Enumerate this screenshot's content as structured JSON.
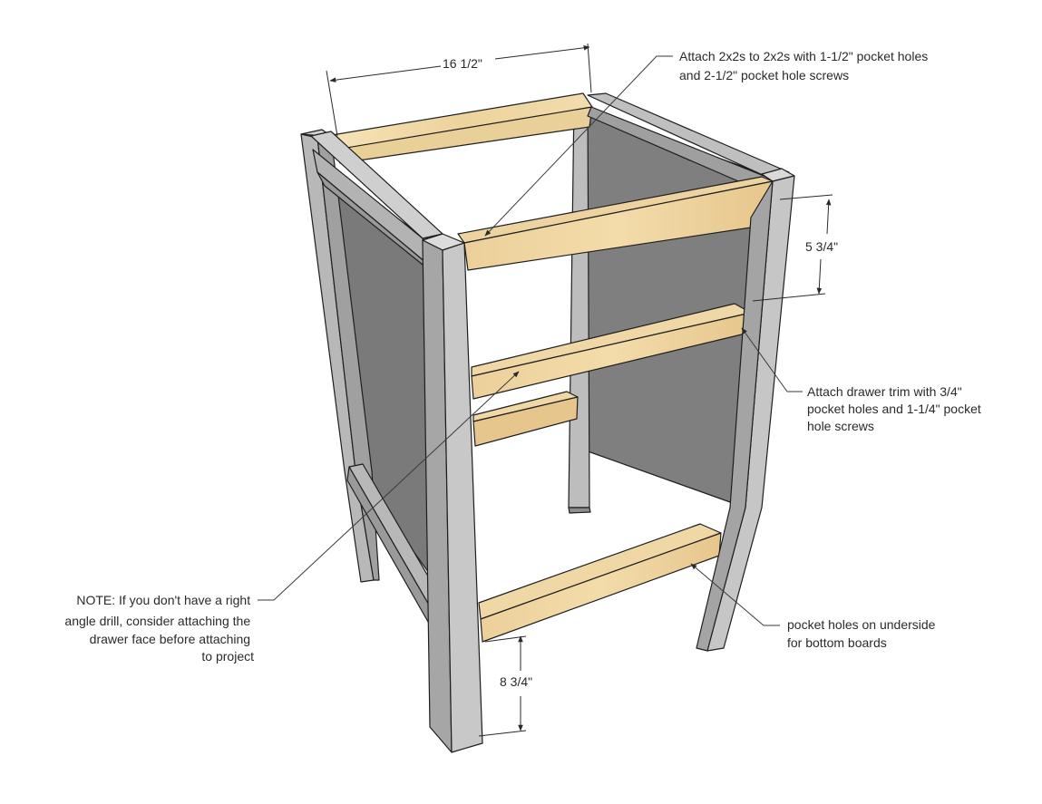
{
  "dimensions": {
    "top_width": "16 1/2\"",
    "rail_spacing": "5 3/4\"",
    "bottom_height": "8 3/4\""
  },
  "notes": {
    "top_2x2": [
      "Attach 2x2s to 2x2s with 1-1/2\" pocket holes",
      "and 2-1/2\" pocket hole screws"
    ],
    "drawer_trim": [
      "Attach drawer trim with 3/4\"",
      "pocket holes and 1-1/4\" pocket",
      "hole screws"
    ],
    "bottom_boards": [
      "pocket holes on underside",
      "for bottom boards"
    ],
    "right_angle": [
      "NOTE: If you don't have a right",
      "angle drill, consider attaching the",
      "drawer face before attaching",
      "to project"
    ]
  },
  "colors": {
    "wood_light": "#f3deb0",
    "wood_mid": "#e8c98a",
    "wood_dark": "#b08a52",
    "leg_front": "#c9c9c9",
    "leg_side": "#a9a9a9",
    "panel": "#7c7c7c",
    "panel_dark": "#6e6e6e"
  }
}
